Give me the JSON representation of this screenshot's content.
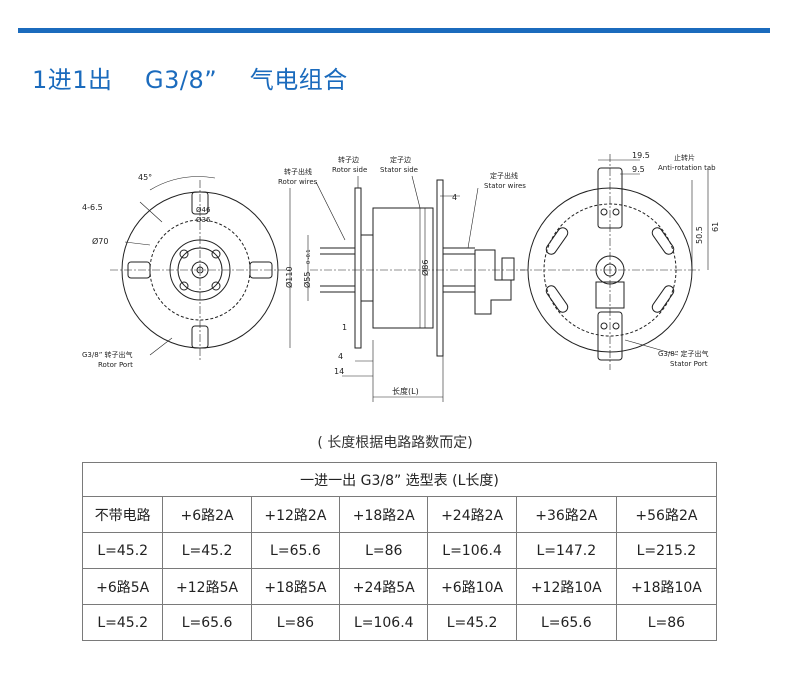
{
  "title": "1进1出    G3/8”    气电组合",
  "drawing": {
    "dim_45deg": "45°",
    "dim_4_65": "4-6.5",
    "dim_d46": "Ø46",
    "dim_d36": "Ø36",
    "dim_d70": "Ø70",
    "rotor_port_cn": "G3/8”  转子出气",
    "rotor_port_en": "Rotor Port",
    "rotor_side_cn": "转子边",
    "rotor_side_en": "Rotor side",
    "stator_side_cn": "定子边",
    "stator_side_en": "Stator side",
    "rotor_wires_cn": "转子出线",
    "rotor_wires_en": "Rotor wires",
    "stator_wires_cn": "定子出线",
    "stator_wires_en": "Stator wires",
    "dim_4_top": "4",
    "dim_d110": "Ø110",
    "dim_d55": "Ø55",
    "dim_d55_tol": "0 -0.1",
    "dim_d86": "Ø86",
    "dim_1": "1",
    "dim_4_bottom": "4",
    "dim_14": "14",
    "length_label": "长度(L)",
    "dim_19_5": "19.5",
    "dim_9_5": "9.5",
    "anti_rot_cn": "止转片",
    "anti_rot_en": "Anti-rotation tab",
    "dim_50_5": "50.5",
    "dim_61": "61",
    "stator_port_cn": "G3/8”  定子出气",
    "stator_port_en": "Stator Port"
  },
  "caption": "( 长度根据电路路数而定)",
  "table": {
    "header": "一进一出   G3/8” 选型表 (L长度)",
    "rows": [
      [
        "不带电路",
        "+6路2A",
        "+12路2A",
        "+18路2A",
        "+24路2A",
        "+36路2A",
        "+56路2A"
      ],
      [
        "L=45.2",
        "L=45.2",
        "L=65.6",
        "L=86",
        "L=106.4",
        "L=147.2",
        "L=215.2"
      ],
      [
        "+6路5A",
        "+12路5A",
        "+18路5A",
        "+24路5A",
        "+6路10A",
        "+12路10A",
        "+18路10A"
      ],
      [
        "L=45.2",
        "L=65.6",
        "L=86",
        "L=106.4",
        "L=45.2",
        "L=65.6",
        "L=86"
      ]
    ]
  },
  "colors": {
    "accent": "#1b6bbd",
    "line": "#222222",
    "border": "#7a7a7a"
  }
}
